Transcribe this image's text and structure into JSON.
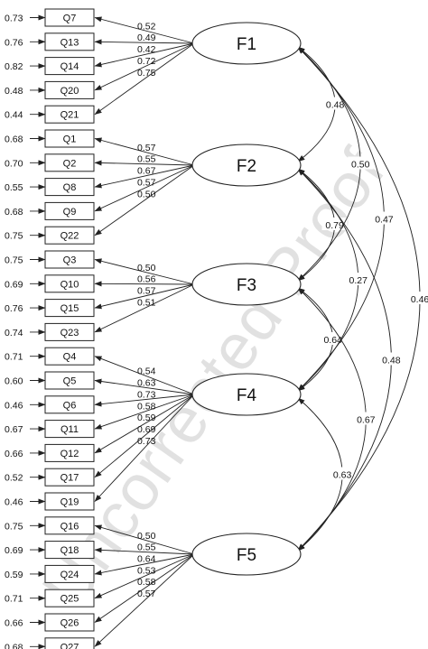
{
  "watermark": "Uncorrected Proof",
  "factors": [
    {
      "name": "F1",
      "items": [
        {
          "label": "Q7",
          "error": "0.73",
          "loading": "0.52"
        },
        {
          "label": "Q13",
          "error": "0.76",
          "loading": "0.49"
        },
        {
          "label": "Q14",
          "error": "0.82",
          "loading": "0.42"
        },
        {
          "label": "Q20",
          "error": "0.48",
          "loading": "0.72"
        },
        {
          "label": "Q21",
          "error": "0.44",
          "loading": "0.75"
        }
      ]
    },
    {
      "name": "F2",
      "items": [
        {
          "label": "Q1",
          "error": "0.68",
          "loading": "0.57"
        },
        {
          "label": "Q2",
          "error": "0.70",
          "loading": "0.55"
        },
        {
          "label": "Q8",
          "error": "0.55",
          "loading": "0.67"
        },
        {
          "label": "Q9",
          "error": "0.68",
          "loading": "0.57"
        },
        {
          "label": "Q22",
          "error": "0.75",
          "loading": "0.50"
        }
      ]
    },
    {
      "name": "F3",
      "items": [
        {
          "label": "Q3",
          "error": "0.75",
          "loading": "0.50"
        },
        {
          "label": "Q10",
          "error": "0.69",
          "loading": "0.56"
        },
        {
          "label": "Q15",
          "error": "0.76",
          "loading": "0.57"
        },
        {
          "label": "Q23",
          "error": "0.74",
          "loading": "0.51"
        }
      ]
    },
    {
      "name": "F4",
      "items": [
        {
          "label": "Q4",
          "error": "0.71",
          "loading": "0.54"
        },
        {
          "label": "Q5",
          "error": "0.60",
          "loading": "0.63"
        },
        {
          "label": "Q6",
          "error": "0.46",
          "loading": "0.73"
        },
        {
          "label": "Q11",
          "error": "0.67",
          "loading": "0.58"
        },
        {
          "label": "Q12",
          "error": "0.66",
          "loading": "0.59"
        },
        {
          "label": "Q17",
          "error": "0.52",
          "loading": "0.69"
        },
        {
          "label": "Q19",
          "error": "0.46",
          "loading": "0.73"
        }
      ]
    },
    {
      "name": "F5",
      "items": [
        {
          "label": "Q16",
          "error": "0.75",
          "loading": "0.50"
        },
        {
          "label": "Q18",
          "error": "0.69",
          "loading": "0.55"
        },
        {
          "label": "Q24",
          "error": "0.59",
          "loading": "0.64"
        },
        {
          "label": "Q25",
          "error": "0.71",
          "loading": "0.53"
        },
        {
          "label": "Q26",
          "error": "0.66",
          "loading": "0.58"
        },
        {
          "label": "Q27",
          "error": "0.68",
          "loading": "0.57"
        }
      ]
    }
  ],
  "correlations": [
    {
      "from": "F1",
      "to": "F2",
      "value": "0.48"
    },
    {
      "from": "F2",
      "to": "F3",
      "value": "0.79"
    },
    {
      "from": "F3",
      "to": "F4",
      "value": "0.64"
    },
    {
      "from": "F4",
      "to": "F5",
      "value": "0.63"
    },
    {
      "from": "F1",
      "to": "F3",
      "value": "0.50"
    },
    {
      "from": "F2",
      "to": "F4",
      "value": "0.27"
    },
    {
      "from": "F3",
      "to": "F5",
      "value": "0.67"
    },
    {
      "from": "F1",
      "to": "F4",
      "value": "0.47"
    },
    {
      "from": "F2",
      "to": "F5",
      "value": "0.48"
    },
    {
      "from": "F1",
      "to": "F5",
      "value": "0.46"
    }
  ]
}
